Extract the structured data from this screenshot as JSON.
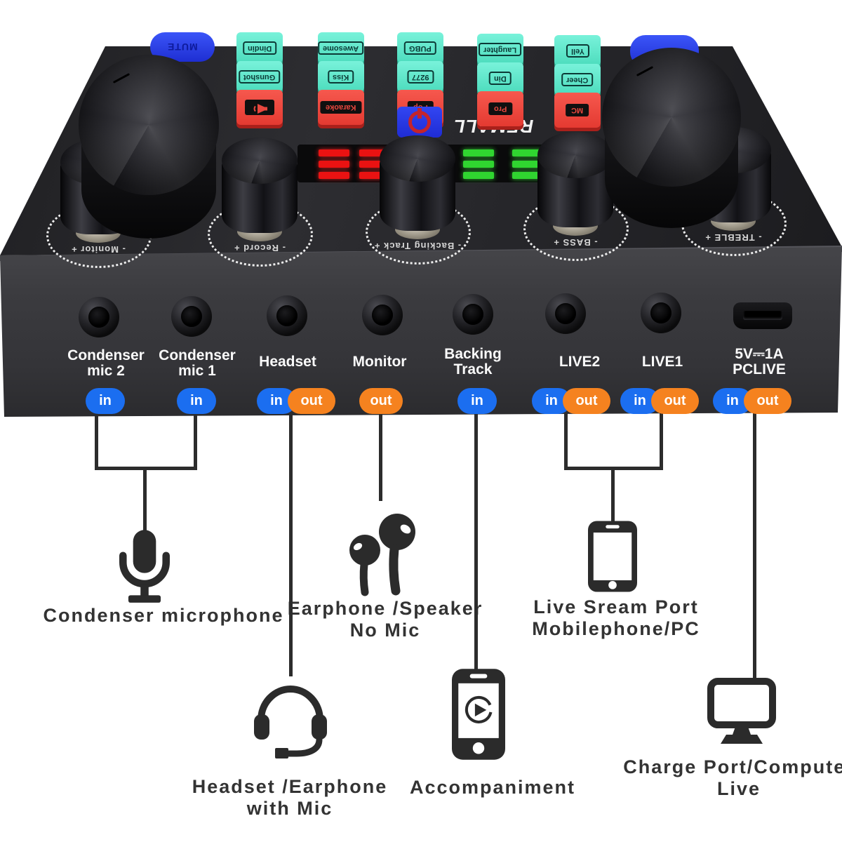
{
  "device": {
    "brand": "REMALL",
    "mute_label": "MUTE",
    "pads": [
      [
        "Dindin",
        "Gunshot"
      ],
      [
        "Awesome",
        "Kiss",
        "Karaoke"
      ],
      [
        "PUBG",
        "9277",
        "Pop"
      ],
      [
        "Laughter",
        "Din",
        "Pro"
      ],
      [
        "Yell",
        "Cheer",
        "MC"
      ]
    ],
    "knob_labels": [
      "- Monitor +",
      "- Record +",
      "- Backing Track +",
      "- BASS +",
      "- TREBLE +"
    ],
    "ports": [
      {
        "l1": "Condenser",
        "l2": "mic 2",
        "badges": [
          "in"
        ]
      },
      {
        "l1": "Condenser",
        "l2": "mic 1",
        "badges": [
          "in"
        ]
      },
      {
        "l1": "Headset",
        "badges": [
          "in",
          "out"
        ]
      },
      {
        "l1": "Monitor",
        "badges": [
          "out"
        ]
      },
      {
        "l1": "Backing",
        "l2": "Track",
        "badges": [
          "in"
        ]
      },
      {
        "l1": "LIVE2",
        "badges": [
          "in",
          "out"
        ]
      },
      {
        "l1": "LIVE1",
        "badges": [
          "in",
          "out"
        ]
      },
      {
        "l1": "5V⎓1A",
        "l2": "PCLIVE",
        "badges": [
          "in",
          "out"
        ]
      }
    ]
  },
  "callouts": [
    {
      "icon": "microphone-icon",
      "l1": "Condenser microphone"
    },
    {
      "icon": "earbuds-icon",
      "l1": "Earphone /Speaker",
      "l2": "No Mic"
    },
    {
      "icon": "smartphone-icon",
      "l1": "Live Sream Port",
      "l2": "Mobilephone/PC"
    },
    {
      "icon": "headset-with-mic-icon",
      "l1": "Headset /Earphone",
      "l2": "with Mic"
    },
    {
      "icon": "music-phone-icon",
      "l1": "Accompaniment"
    },
    {
      "icon": "computer-monitor-icon",
      "l1": "Charge Port/Computer",
      "l2": "Live"
    }
  ],
  "colors": {
    "badge_in_blue": "#1b6ef0",
    "badge_out_orange": "#f5821f",
    "pad_teal": "#58e3c6",
    "pad_red": "#ef463d",
    "button_blue": "#2a3cec",
    "led_red": "#ea1212",
    "led_green": "#30d530",
    "connector_line": "#2c2c2c"
  }
}
